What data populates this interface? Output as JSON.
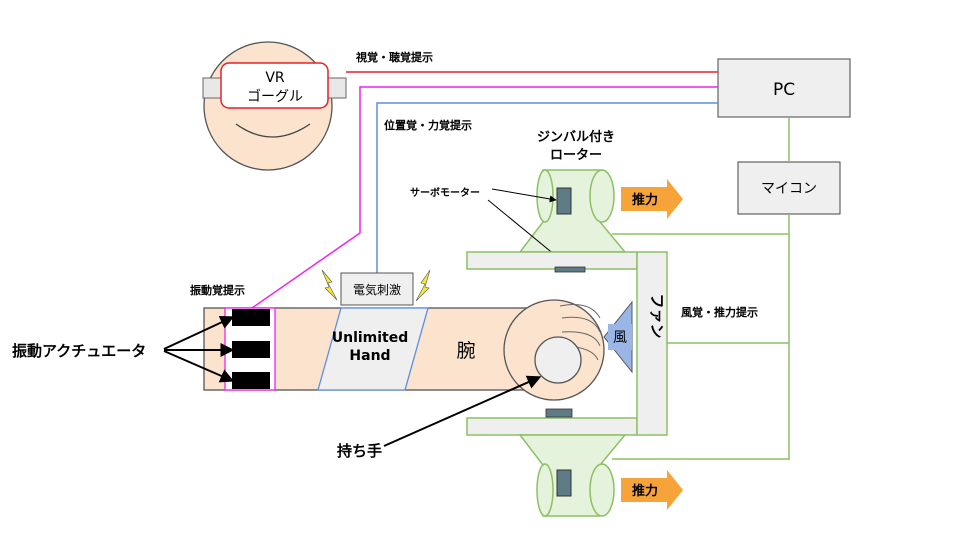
{
  "labels": {
    "vr_goggle_line1": "VR",
    "vr_goggle_line2": "ゴーグル",
    "pc": "PC",
    "microcontroller": "マイコン",
    "visual_audio": "視覚・聴覚提示",
    "position_force": "位置覚・力覚提示",
    "gimbal_rotor_line1": "ジンバル付き",
    "gimbal_rotor_line2": "ローター",
    "servo_motor": "サーボモーター",
    "thrust_top": "推力",
    "thrust_bottom": "推力",
    "wind_thrust": "風覚・推力提示",
    "fan": "ファン",
    "wind": "風",
    "vibration": "振動覚提示",
    "electric_stim": "電気刺激",
    "unlimited_hand_line1": "Unlimited",
    "unlimited_hand_line2": "Hand",
    "arm": "腕",
    "vibration_actuator": "振動アクチュエータ",
    "grip": "持ち手"
  },
  "colors": {
    "red_line": "#e8202a",
    "magenta_line": "#ee22ee",
    "blue_line": "#5b8fe0",
    "green_line": "#8cc063",
    "skin": "#fbe3ce",
    "box_gray": "#efefef",
    "thrust_orange": "#f6a33a",
    "wind_blue": "#9ab6e6",
    "lightning": "#f5e93a",
    "rotor_green": "#e6f3dc",
    "servo_gray": "#5f7b86"
  }
}
